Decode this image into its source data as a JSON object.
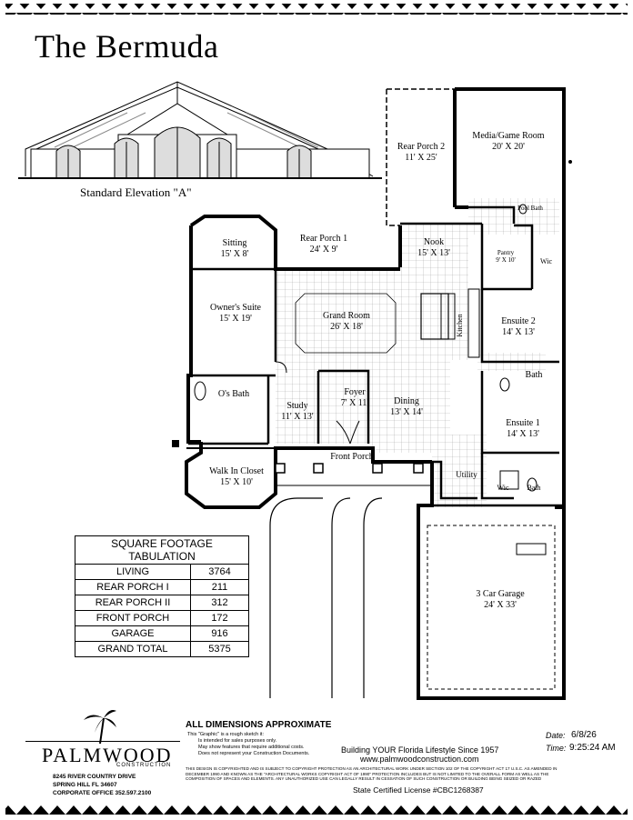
{
  "title": "The Bermuda",
  "elevation_caption": "Standard Elevation \"A\"",
  "rooms": {
    "media": {
      "name": "Media/Game Room",
      "size": "20' X 20'"
    },
    "rear_porch_2": {
      "name": "Rear Porch 2",
      "size": "11' X 25'"
    },
    "pool_bath": {
      "name": "Pool Bath"
    },
    "sitting": {
      "name": "Sitting",
      "size": "15' X 8'"
    },
    "rear_porch_1": {
      "name": "Rear Porch 1",
      "size": "24' X 9'"
    },
    "nook": {
      "name": "Nook",
      "size": "15' X 13'"
    },
    "pantry": {
      "name": "Pantry",
      "size": "9' X 10'"
    },
    "wic_top": {
      "name": "Wic"
    },
    "owners_suite": {
      "name": "Owner's Suite",
      "size": "15' X 19'"
    },
    "grand_room": {
      "name": "Grand Room",
      "size": "26' X 18'"
    },
    "kitchen": {
      "name": "Kitchen"
    },
    "ensuite_2": {
      "name": "Ensuite 2",
      "size": "14' X 13'"
    },
    "bath": {
      "name": "Bath"
    },
    "os_bath": {
      "name": "O's Bath"
    },
    "study": {
      "name": "Study",
      "size": "11' X 13'"
    },
    "foyer": {
      "name": "Foyer",
      "size": "7' X 11'"
    },
    "dining": {
      "name": "Dining",
      "size": "13' X 14'"
    },
    "ensuite_1": {
      "name": "Ensuite 1",
      "size": "14' X 13'"
    },
    "walk_in_closet": {
      "name": "Walk In Closet",
      "size": "15' X 10'"
    },
    "front_porch": {
      "name": "Front Porch"
    },
    "utility": {
      "name": "Utility"
    },
    "wic_bottom": {
      "name": "Wic"
    },
    "bath_bottom": {
      "name": "Bath"
    },
    "garage": {
      "name": "3 Car Garage",
      "size": "24' X 33'"
    }
  },
  "sqft": {
    "header": "SQUARE FOOTAGE TABULATION",
    "rows": [
      {
        "label": "LIVING",
        "value": "3764"
      },
      {
        "label": "REAR PORCH I",
        "value": "211"
      },
      {
        "label": "REAR PORCH II",
        "value": "312"
      },
      {
        "label": "FRONT PORCH",
        "value": "172"
      },
      {
        "label": "GARAGE",
        "value": "916"
      },
      {
        "label": "GRAND TOTAL",
        "value": "5375"
      }
    ]
  },
  "footer": {
    "dims": "ALL DIMENSIONS APPROXIMATE",
    "notes": [
      "This \"Graphic\" is a rough sketch it:",
      "Is intended for sales purposes only.",
      "May show features that require additional costs.",
      "Does not represent your Construction Documents."
    ],
    "tagline": "Building YOUR Florida Lifestyle Since 1957",
    "website": "www.palmwoodconstruction.com",
    "legal": "THIS DESIGN IS COPYRIGHTED AND IS SUBJECT TO COPYRIGHT PROTECTION AS AN ARCHITECTURAL WORK UNDER SECTION 102 OF THE COPYRIGHT ACT 17 U.S.C. AS AMENDED IN DECEMBER 1990 AND KNOWN AS THE \"ARCHITECTURAL WORKS COPYRIGHT ACT OF 1990\" PROTECTION INCLUDES BUT IS NOT LIMITED TO THE OVERALL FORM AS WELL AS THE COMPOSITION OF SPACES AND ELEMENTS. ANY UNAUTHORIZED USE CAN LEGALLY RESULT IN CESSATION OF SUCH CONSTRUCTION OR BUILDING BEING SEIZED OR RAZED",
    "license": "State Certified License #CBC1268387",
    "date_label": "Date:",
    "date_value": "6/8/26",
    "time_label": "Time:",
    "time_value": "9:25:24 AM",
    "brand": "PALMWOOD",
    "brand_sub": "CONSTRUCTION",
    "address": [
      "8245 RIVER COUNTRY DRIVE",
      "SPRING HILL FL 34607",
      "CORPORATE OFFICE 352.597.2100"
    ]
  }
}
